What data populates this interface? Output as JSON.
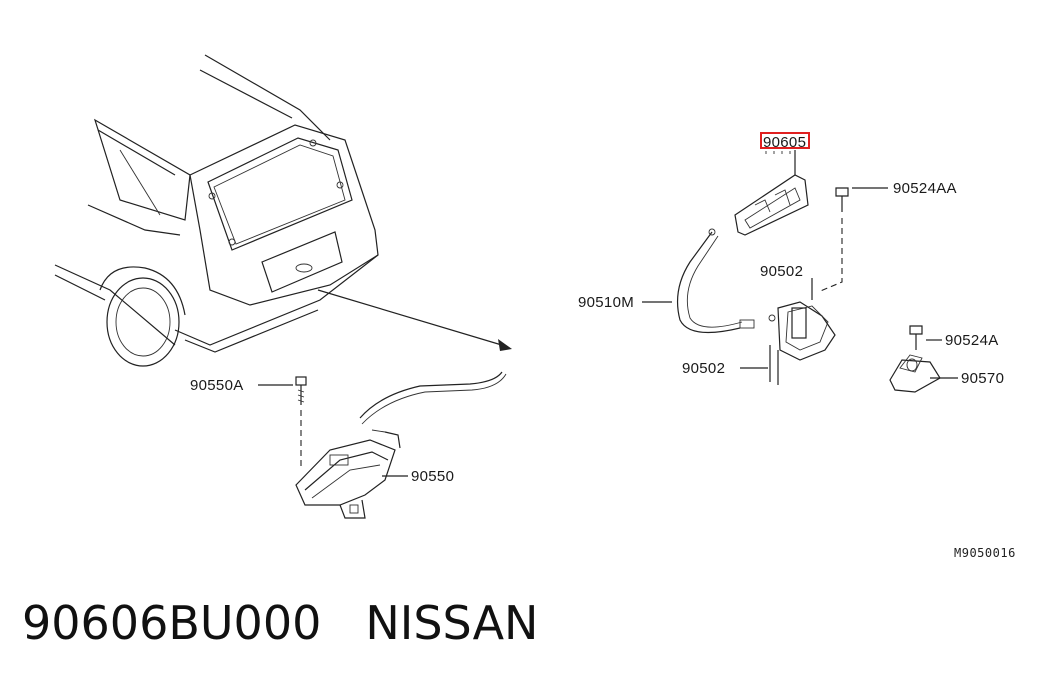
{
  "labels": {
    "p90605": "90605",
    "p90524AA": "90524AA",
    "p90502_upper": "90502",
    "p90510M": "90510M",
    "p90502_lower": "90502",
    "p90524A": "90524A",
    "p90570": "90570",
    "p90550A": "90550A",
    "p90550": "90550"
  },
  "diagram_code": "M9050016",
  "footer": {
    "part_number": "90606BU000",
    "brand": "NISSAN"
  },
  "highlight_color": "#e02020"
}
